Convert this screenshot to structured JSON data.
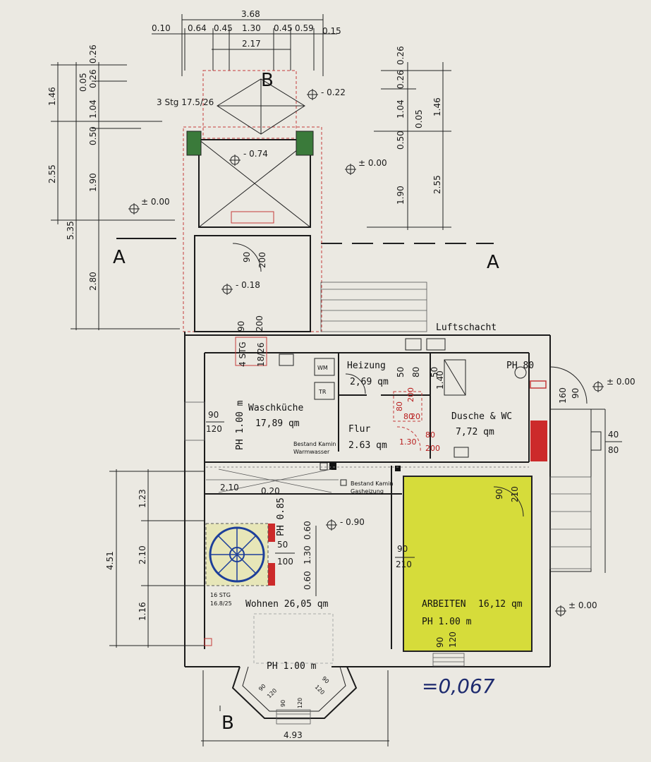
{
  "top_dims": {
    "overall": "3.68",
    "segments": [
      "0.10",
      "0.64",
      "0.45",
      "1.30",
      "0.45",
      "0.59",
      "0.15"
    ],
    "inner": "2.17"
  },
  "left_dims": [
    "1.46",
    "0.05",
    "1.04",
    "0.26",
    "0.26",
    "0.50",
    "2.55",
    "1.90",
    "5.35",
    "2.80"
  ],
  "right_dims": [
    "0.26",
    "0.26",
    "1.04",
    "0.05",
    "0.50",
    "1.46",
    "1.90",
    "2.55"
  ],
  "lower_left_dims": [
    "1.23",
    "2.10",
    "4.51",
    "1.16"
  ],
  "bottom_dim": "4.93",
  "section_marks": {
    "a_left": "A",
    "a_right": "A",
    "b_top": "B",
    "b_bottom": "B"
  },
  "stair_top": "3 Stg 17.5/26",
  "stair_mid": [
    "4 STG",
    "18/26"
  ],
  "stair_lower": [
    "16 STG",
    "16.8/25"
  ],
  "levels": {
    "l_022": "- 0.22",
    "l_074": "- 0.74",
    "l_000_a": "± 0.00",
    "l_000_b": "± 0.00",
    "l_018": "- 0.18",
    "l_000_c": "± 0.00",
    "l_090": "- 0.90",
    "l_000_d": "± 0.00"
  },
  "door_labels": {
    "d1a": "90",
    "d1b": "200",
    "d2a": "90",
    "d2b": "200",
    "d3a": "90",
    "d3b": "120",
    "d4a": "50",
    "d4b": "80",
    "d5a": "50",
    "d5b": "100",
    "d6a": "90",
    "d6b": "210",
    "d7a": "90",
    "d7b": "210",
    "d8a": "40",
    "d8b": "80",
    "d9a": "160",
    "d9b": "90",
    "d10a": "2.10",
    "d10b": "0.20",
    "d11": "0.60",
    "d12": "1.30",
    "d13": "0.60",
    "d14a": "90",
    "d14b": "120",
    "d15a": "90",
    "d15b": "120",
    "d16a": "90",
    "d16b": "120",
    "d17": "1.40",
    "d18": "50",
    "d19a": "90",
    "d19b": "120"
  },
  "red_labels": {
    "r1": "80",
    "r2": "200",
    "r3": "80",
    "r4": "20",
    "r5": "80",
    "r6": "200",
    "r7": "1.30"
  },
  "rooms": {
    "luftschacht": "Luftschacht",
    "heizung": "Heizung",
    "heizung_area": "2,69 qm",
    "waschkueche": "Waschküche",
    "waschkueche_area": "17,89 qm",
    "waschkueche_ph": "PH 1.00 m",
    "dusche": "Dusche & WC",
    "dusche_area": "7,72 qm",
    "dusche_ph": "PH 80",
    "flur": "Flur",
    "flur_area": "2.63 qm",
    "wohnen": "Wohnen 26,05 qm",
    "wohnen_ph": "PH 1.00 m",
    "wohnen_ph2": "PH 0.85",
    "arbeiten": "ARBEITEN",
    "arbeiten_area": "16,12 qm",
    "arbeiten_ph": "PH 1.00 m"
  },
  "appliances": {
    "wm": "WM",
    "tr": "TR"
  },
  "notes": {
    "kamin1": "Bestand Kamin",
    "kamin1b": "Warmwasser",
    "kamin2": "Bestand Kamin",
    "kamin2b": "Gasheizung"
  },
  "handwritten": "=0,067",
  "colors": {
    "highlight": "#d6dc3a",
    "red_fill": "#cc2a2a",
    "green_fill": "#3a7a3a"
  }
}
